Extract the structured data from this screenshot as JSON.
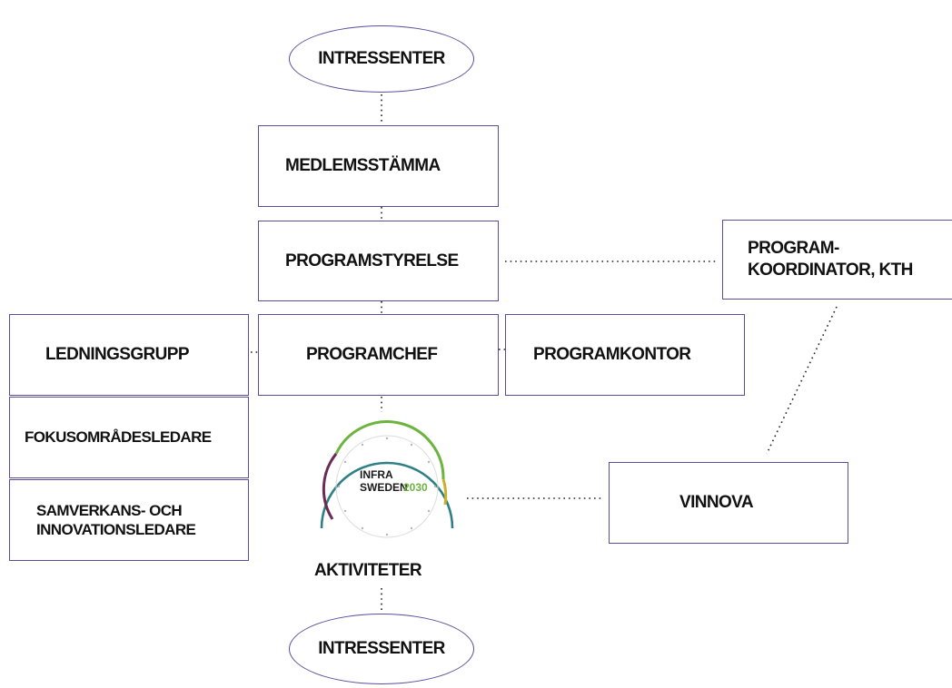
{
  "nodes": {
    "intressenter_top": "INTRESSENTER",
    "medlemsstamma": "MEDLEMSSTÄMMA",
    "programstyrelse": "PROGRAMSTYRELSE",
    "programkoordinator_line1": "PROGRAM-",
    "programkoordinator_line2": "KOORDINATOR, KTH",
    "ledningsgrupp": "LEDNINGSGRUPP",
    "programchef": "PROGRAMCHEF",
    "programkontor": "PROGRAMKONTOR",
    "fokusomradesledare": "FOKUSOMRÅDESLEDARE",
    "samverkans_line1": "SAMVERKANS- OCH",
    "samverkans_line2": "INNOVATIONSLEDARE",
    "vinnova": "VINNOVA",
    "aktiviteter": "AKTIVITETER",
    "intressenter_bottom": "INTRESSENTER"
  },
  "logo": {
    "line1": "INFRA",
    "line2": "SWEDEN",
    "year": "2030"
  },
  "colors": {
    "border": "#5a4e9c",
    "connector": "#222222",
    "logo_green": "#6cb33f",
    "logo_teal": "#2e7f86",
    "logo_purple": "#6b2a56",
    "logo_yellow": "#c9b22a"
  }
}
